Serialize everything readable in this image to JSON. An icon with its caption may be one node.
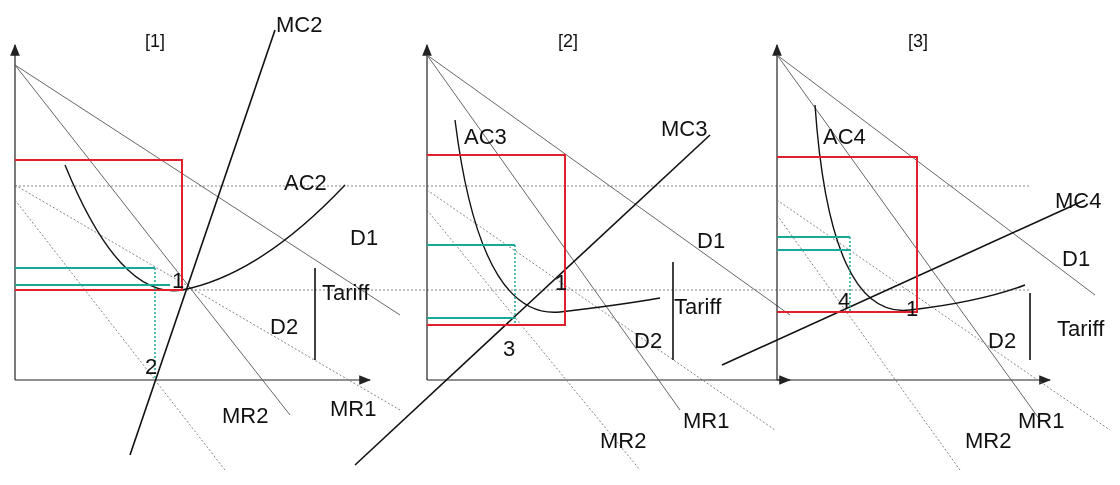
{
  "diagram": {
    "labels": [
      "[1]",
      "MC2",
      "AC2",
      "D1",
      "1",
      "D2",
      "Tariff",
      "2",
      "MR2",
      "MR1",
      "[2]",
      "MC3",
      "AC3",
      "D1",
      "1",
      "D2",
      "Tariff",
      "3",
      "MR2",
      "MR1",
      "[3]",
      "AC4",
      "MC4",
      "D1",
      "4",
      "1",
      "D2",
      "Tariff",
      "MR2",
      "MR1"
    ]
  }
}
